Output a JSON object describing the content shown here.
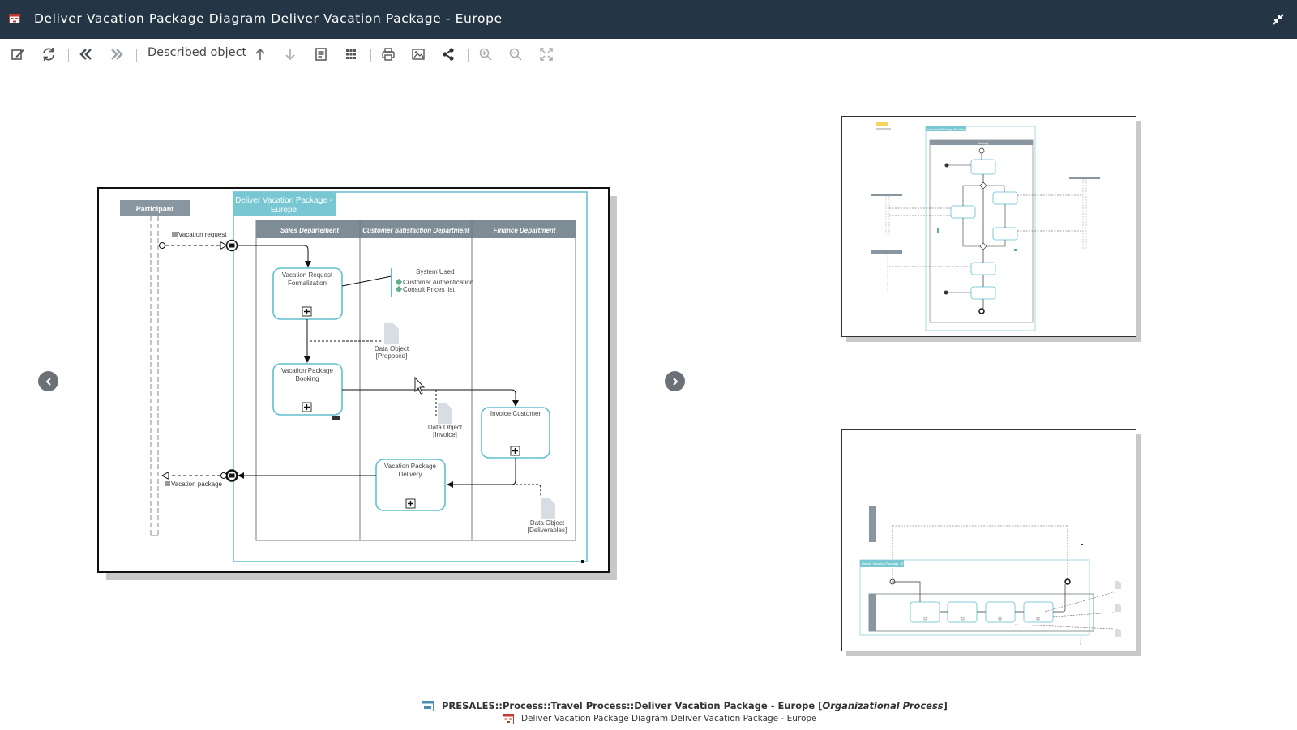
{
  "window": {
    "title": "Deliver Vacation Package Diagram Deliver Vacation Package - Europe"
  },
  "toolbar": {
    "described_object_label": "Described object"
  },
  "diagram": {
    "participant_label": "Participant",
    "pool_title_line1": "Deliver Vacation Package -",
    "pool_title_line2": "Europe",
    "lanes": [
      "Sales Departement",
      "Customer Satisfaction Department",
      "Finance Department"
    ],
    "message_in": "Vacation request",
    "message_out": "Vacation package",
    "task1_line1": "Vacation Request",
    "task1_line2": "Formalization",
    "task2_line1": "Vacation Package",
    "task2_line2": "Booking",
    "task3_line1": "Vacation Package",
    "task3_line2": "Delivery",
    "task4_line1": "Invoice Customer",
    "system_used_title": "System Used",
    "system_item1": "Customer Authentication",
    "system_item2": "Consult Prices list",
    "data1_line1": "Data Object",
    "data1_line2": "[Proposed]",
    "data2_line1": "Data Object",
    "data2_line2": "[Invoice]",
    "data3_line1": "Data Object",
    "data3_line2": "[Deliverables]"
  },
  "thumbnails": {
    "top": {
      "label1": "Vacation Package Booking",
      "label2": "Activity"
    },
    "bottom": {
      "label1": "Deliver Vacation Package - EU"
    }
  },
  "footer": {
    "path": "PRESALES::Process::Travel Process::Deliver Vacation Package - Europe [",
    "type": "Organizational Process",
    "path_end": "]",
    "diagram_name": "Deliver Vacation Package Diagram Deliver Vacation Package - Europe"
  },
  "colors": {
    "titlebar": "#243645",
    "accent": "#5fbfcf",
    "lane_header": "#7e8c96",
    "pool_header": "#79c7d3"
  }
}
